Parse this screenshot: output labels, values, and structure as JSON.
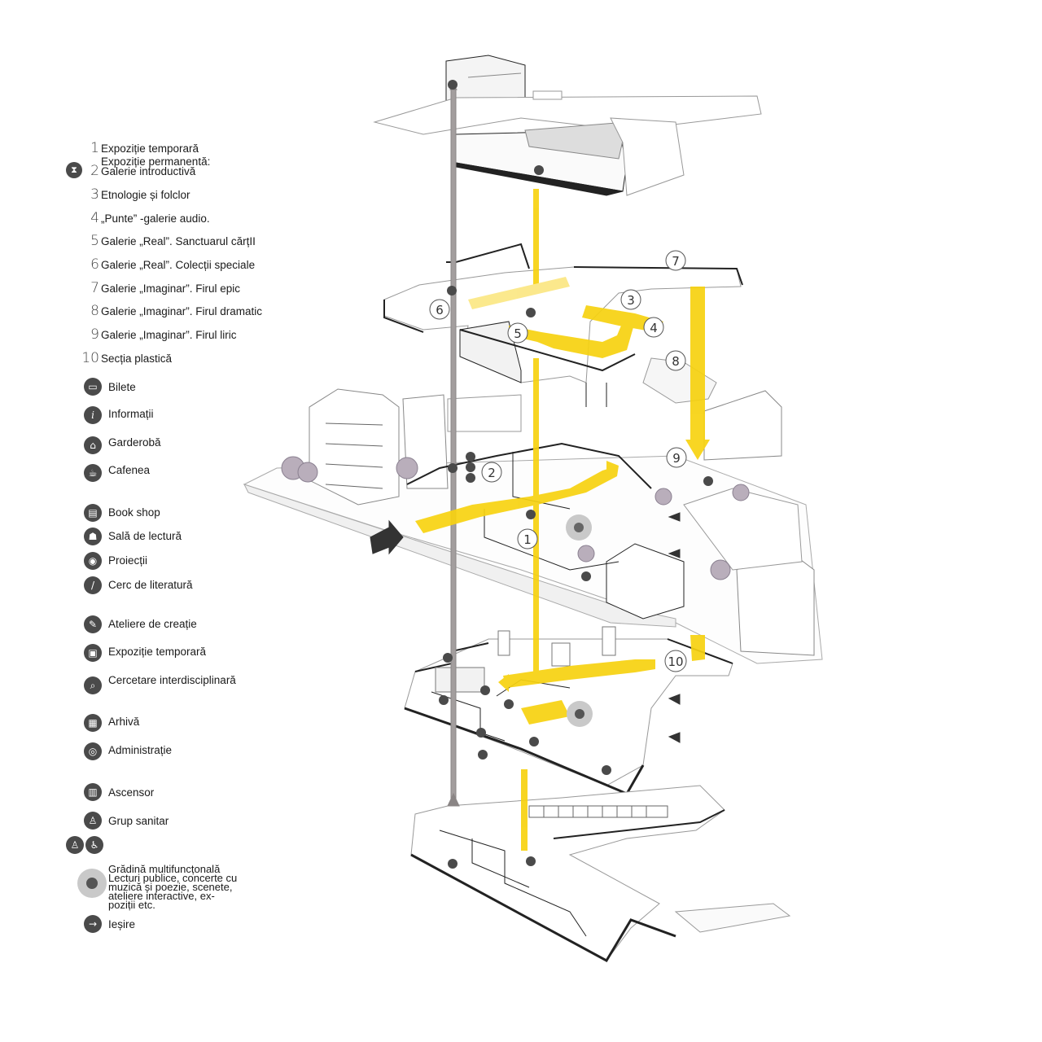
{
  "legend": {
    "numbered": [
      {
        "num": "1",
        "label": "Expoziție temporară"
      },
      {
        "num": "",
        "label": "Expoziție permanentă:"
      },
      {
        "num": "2",
        "label": "Galerie introductivă"
      },
      {
        "num": "3",
        "label": "Etnologie și folclor"
      },
      {
        "num": "4",
        "label": "„Punte” -galerie audio."
      },
      {
        "num": "5",
        "label": "Galerie „Real”. Sanctuarul cărțII"
      },
      {
        "num": "6",
        "label": "Galerie „Real”. Colecții speciale"
      },
      {
        "num": "7",
        "label": "Galerie „Imaginar”. Firul epic"
      },
      {
        "num": "8",
        "label": "Galerie „Imaginar”. Firul dramatic"
      },
      {
        "num": "9",
        "label": "Galerie „Imaginar”. Firul liric"
      },
      {
        "num": "10",
        "label": "Secția plastică"
      }
    ],
    "icons": [
      {
        "icon": "ticket-icon",
        "glyph": "▭",
        "label": "Bilete"
      },
      {
        "icon": "info-icon",
        "glyph": "i",
        "label": "Informații"
      },
      {
        "icon": "hanger-icon",
        "glyph": "⌂",
        "label": "Garderobă"
      },
      {
        "icon": "coffee-icon",
        "glyph": "☕",
        "label": "Cafenea"
      },
      {
        "icon": "book-icon",
        "glyph": "▤",
        "label": "Book shop"
      },
      {
        "icon": "reader-icon",
        "glyph": "☗",
        "label": "Sală de lectură"
      },
      {
        "icon": "projector-icon",
        "glyph": "◉",
        "label": "Proiecții"
      },
      {
        "icon": "pen-icon",
        "glyph": "/",
        "label": "Cerc de literatură"
      },
      {
        "icon": "palette-icon",
        "glyph": "✎",
        "label": "Ateliere de creație"
      },
      {
        "icon": "frame-icon",
        "glyph": "▣",
        "label": "Expoziție  temporară"
      },
      {
        "icon": "magnifier-icon",
        "glyph": "⌕",
        "label": "Cercetare interdisciplinară"
      },
      {
        "icon": "archive-icon",
        "glyph": "▦",
        "label": "Arhivă"
      },
      {
        "icon": "admin-icon",
        "glyph": "◎",
        "label": "Administrație"
      },
      {
        "icon": "elevator-icon",
        "glyph": "▥",
        "label": "Ascensor"
      },
      {
        "icon": "restroom-icon",
        "glyph": "♙",
        "label": "Grup sanitar"
      }
    ],
    "garden_label": "Grădină multifuncțonală",
    "garden_desc_1": "Lecturi publice, concerte cu",
    "garden_desc_2": "muzică și poezie, scenete,",
    "garden_desc_3": "ateliere interactive, ex-",
    "garden_desc_4": "poziții etc.",
    "exit_label": "Ieșire"
  },
  "markers": {
    "m1": "1",
    "m2": "2",
    "m3": "3",
    "m4": "4",
    "m5": "5",
    "m6": "6",
    "m7": "7",
    "m8": "8",
    "m9": "9",
    "m10": "10"
  },
  "colors": {
    "route": "#f7d210",
    "route_light": "#fbe783",
    "icon": "#4a4a4a",
    "line": "#1a1a1a",
    "elevator_shaft": "#8a8585"
  }
}
